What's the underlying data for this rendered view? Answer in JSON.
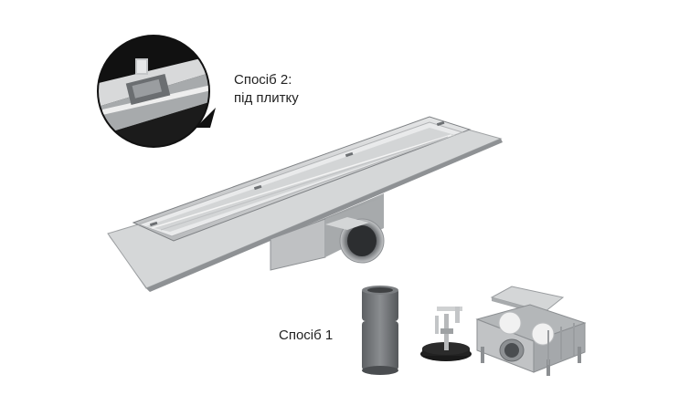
{
  "method2": {
    "line1": "Спосіб 2:",
    "line2": "під плитку"
  },
  "method1": {
    "label": "Спосіб 1"
  },
  "colors": {
    "steel": "#c9cbcd",
    "steel_dark": "#8e9194",
    "grey_pipe": "#6f7275",
    "black": "#111111"
  }
}
